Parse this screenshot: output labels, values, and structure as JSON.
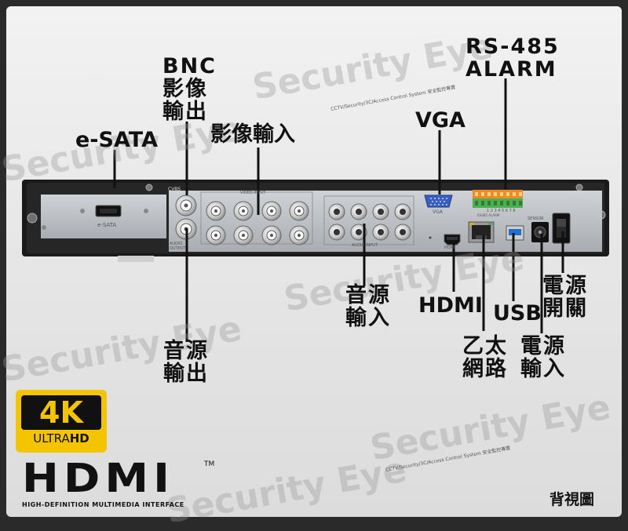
{
  "labels": {
    "bnc_video_out": "BNC\n影像\n輸出",
    "e_sata": "e-SATA",
    "video_in": "影像輸入",
    "vga": "VGA",
    "rs485_alarm": "RS-485\nALARM",
    "audio_in": "音源\n輸入",
    "hdmi": "HDMI",
    "usb": "USB",
    "power_switch": "電源\n開關",
    "audio_out": "音源\n輸出",
    "ethernet": "乙太\n網路",
    "power_in": "電源\n輸入"
  },
  "panel_print": {
    "esata": "e-SATA",
    "cvbs": "CVBS",
    "video_input": "VIDEO INPUT",
    "audio_output": "AUDIO\nOUTPUT",
    "audio_input": "AUDIO INPUT",
    "vga": "VGA",
    "rs485_alarm": "RS485  ALARM",
    "sensor": "SENSOR",
    "hdmi": "HDMI",
    "alarm_numbers": "1 2 3 4 5 6 7 8"
  },
  "watermark": {
    "brand": "Security Eye",
    "tagline": "CCTV/Security/3C/Access Control System 安全監控專賣"
  },
  "badge_4k": {
    "big": "4K",
    "sub_left": "ULTRA",
    "sub_right": "HD"
  },
  "hdmi_logo": {
    "mark": "HDMI",
    "tm": "TM",
    "tagline": "HIGH-DEFINITION MULTIMEDIA INTERFACE"
  },
  "view_label": "背視圖",
  "colors": {
    "frame": "#2a2a2a",
    "background": "#e8e8e8",
    "panel": "#b8bcc0",
    "chassis": "#1a1a1a",
    "terminal_green": "#4caf50",
    "terminal_orange": "#f08a24",
    "vga_blue": "#3a5fc0",
    "usb_blue": "#1e6fd0",
    "badge_yellow": "#f5c400"
  }
}
